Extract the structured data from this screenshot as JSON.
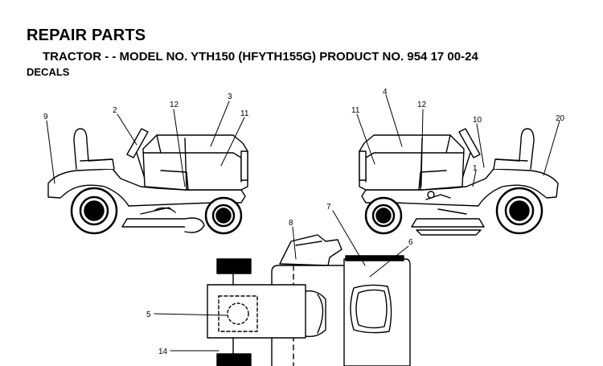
{
  "header": {
    "title": "REPAIR PARTS",
    "subtitle": "TRACTOR - - MODEL NO. YTH150 (HFYTH155G) PRODUCT NO. 954 17 00-24",
    "section": "DECALS"
  },
  "callouts": {
    "left_tractor": [
      "9",
      "2",
      "12",
      "3",
      "11"
    ],
    "right_tractor": [
      "11",
      "4",
      "12",
      "10",
      "20",
      "1"
    ],
    "top_view": [
      "8",
      "7",
      "6",
      "5",
      "14"
    ]
  }
}
